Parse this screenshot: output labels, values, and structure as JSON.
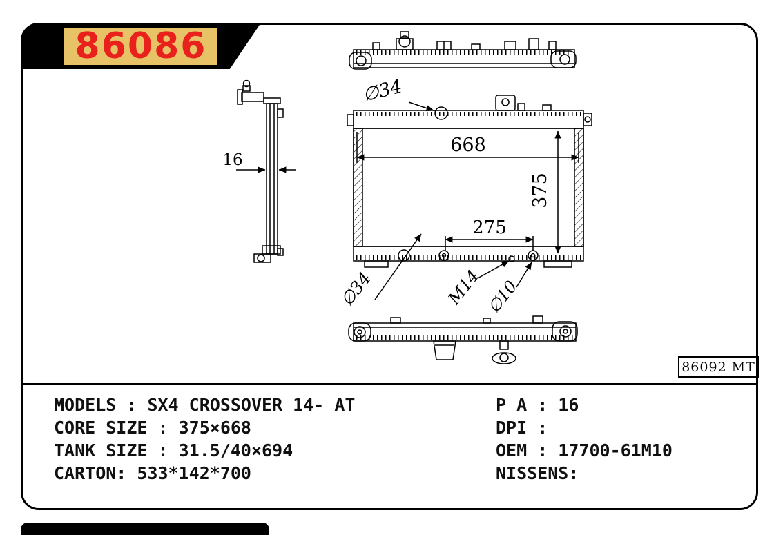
{
  "part_number": "86086",
  "drawing_ref": "86092 MT",
  "dimensions": {
    "top_inlet_dia": "∅34",
    "core_width": "668",
    "core_height": "375",
    "mount_span": "275",
    "bottom_outlet_dia": "∅34",
    "drain_thread": "M14",
    "pin_dia": "∅10",
    "core_thickness": "16"
  },
  "specs": {
    "left": [
      "MODELS : SX4 CROSSOVER 14- AT",
      "CORE SIZE : 375×668",
      "TANK SIZE : 31.5/40×694",
      "CARTON: 533*142*700"
    ],
    "right": [
      "P A : 16",
      "DPI :",
      "OEM : 17700-61M10",
      "NISSENS:"
    ]
  },
  "colors": {
    "part_number_text": "#e8211c",
    "part_number_highlight": "#e7c266",
    "ribbon_bg": "#000000",
    "line_color": "#000000"
  }
}
